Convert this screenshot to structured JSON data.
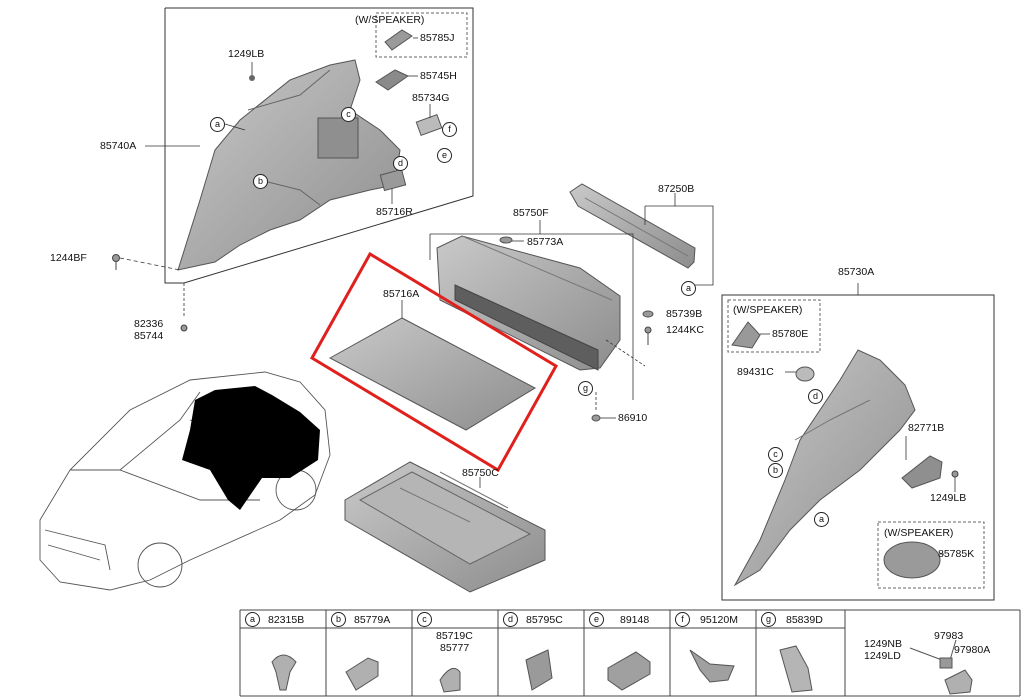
{
  "groups": {
    "with_speaker_top": "(W/SPEAKER)",
    "with_speaker_right_top": "(W/SPEAKER)",
    "with_speaker_right_bottom": "(W/SPEAKER)"
  },
  "parts": {
    "p85785J": "85785J",
    "p1249LB_top": "1249LB",
    "p85745H": "85745H",
    "p85734G": "85734G",
    "p85740A": "85740A",
    "p85716R": "85716R",
    "p1244BF": "1244BF",
    "p82336": "82336",
    "p85744": "85744",
    "p87250B": "87250B",
    "p85750F": "85750F",
    "p85773A": "85773A",
    "p85716A": "85716A",
    "p85739B": "85739B",
    "p1244KC": "1244KC",
    "p86910": "86910",
    "p85750C": "85750C",
    "p85730A": "85730A",
    "p85780E": "85780E",
    "p89431C": "89431C",
    "p82771B": "82771B",
    "p1249LB_right": "1249LB",
    "p85785K": "85785K"
  },
  "callouts": {
    "a1": "a",
    "b1": "b",
    "c1": "c",
    "d1": "d",
    "e1": "e",
    "f1": "f",
    "a2": "a",
    "g1": "g",
    "d2": "d",
    "c2": "c",
    "b2": "b",
    "a3": "a"
  },
  "legend": [
    {
      "key": "a",
      "parts": [
        "82315B"
      ]
    },
    {
      "key": "b",
      "parts": [
        "85779A"
      ]
    },
    {
      "key": "c",
      "parts": [
        "85719C",
        "85777"
      ]
    },
    {
      "key": "d",
      "parts": [
        "85795C"
      ]
    },
    {
      "key": "e",
      "parts": [
        "89148"
      ]
    },
    {
      "key": "f",
      "parts": [
        "95120M"
      ]
    },
    {
      "key": "g",
      "parts": [
        "85839D"
      ]
    },
    {
      "key": "",
      "parts": [
        "1249NB",
        "1249LD",
        "97983",
        "97980A"
      ]
    }
  ],
  "colors": {
    "highlight": "#e0201c",
    "part_fill": "#a9a9a9",
    "part_dark": "#7a7a7a",
    "line": "#333333"
  }
}
